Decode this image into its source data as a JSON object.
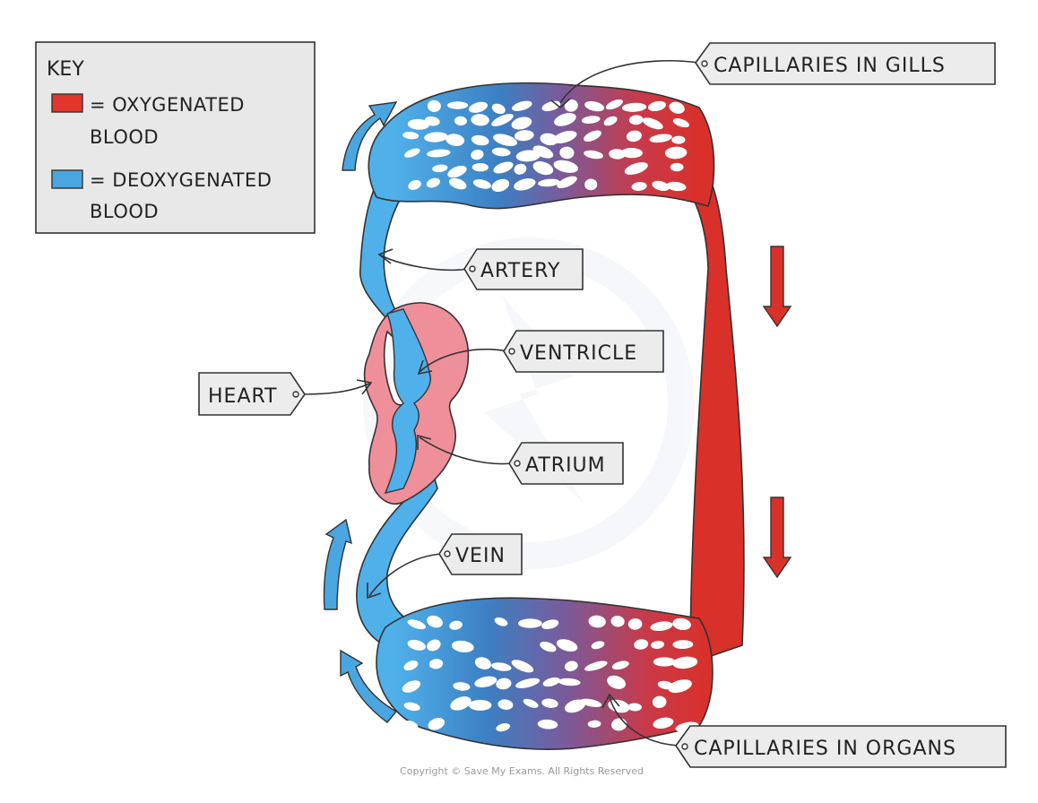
{
  "key": {
    "title": "KEY",
    "items": [
      {
        "line1": "= OXYGENATED",
        "line2": "BLOOD",
        "color": "#e0362c"
      },
      {
        "line1": "= DEOXYGENATED",
        "line2": "BLOOD",
        "color": "#4aa6e0"
      }
    ]
  },
  "labels": {
    "capillaries_gills": "CAPILLARIES IN GILLS",
    "artery": "ARTERY",
    "ventricle": "VENTRICLE",
    "heart": "HEART",
    "atrium": "ATRIUM",
    "vein": "VEIN",
    "capillaries_organs": "CAPILLARIES IN ORGANS"
  },
  "colors": {
    "oxygenated": "#d9302a",
    "deoxygenated": "#4fb0ea",
    "heart": "#ef8f99",
    "arrow_blue": "#4aa6e0",
    "arrow_red": "#d9302a"
  },
  "copyright": "Copyright © Save My Exams. All Rights Reserved"
}
